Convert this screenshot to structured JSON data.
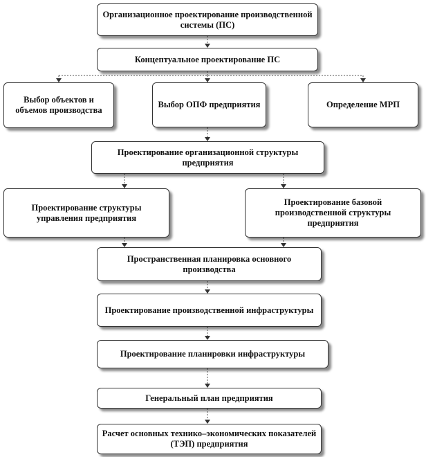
{
  "nodes": {
    "org_design": "Организационное проектирование производственной системы (ПС)",
    "concept_design": "Концептуальное проектирование  ПС",
    "select_objects": "Выбор объектов и объемов производства",
    "select_opf": "Выбор ОПФ предприятия",
    "define_mrp": "Определение МРП",
    "org_structure": "Проектирование  организационной структуры предприятия",
    "mgmt_structure": "Проектирование структуры управления предприятия",
    "base_structure": "Проектирование базовой производственной структуры предприятия",
    "spatial_layout": "Пространственная планировка основного производства",
    "infra_design": "Проектирование производственной инфраструктуры",
    "infra_layout": "Проектирование планировки инфраструктуры",
    "master_plan": "Генеральный план предприятия",
    "tep_calc": "Расчет основных технико–экономических показателей (ТЭП) предприятия"
  }
}
